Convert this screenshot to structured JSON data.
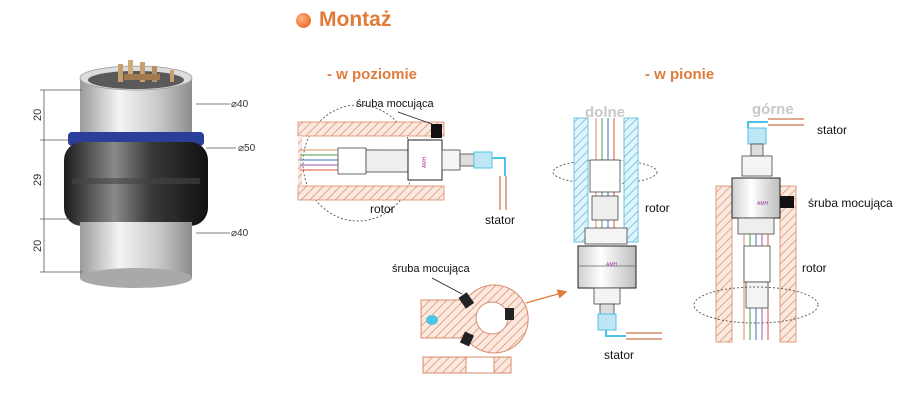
{
  "header": {
    "title": "Montaż"
  },
  "sections": {
    "horizontal": "- w poziomie",
    "vertical": "- w pionie"
  },
  "dimensions": {
    "top_height": "20",
    "middle_height": "29",
    "bottom_height": "20",
    "top_diameter": "⌀40",
    "middle_diameter": "⌀50",
    "bottom_diameter": "⌀40"
  },
  "labels": {
    "screw": "śruba mocująca",
    "rotor": "rotor",
    "stator": "stator",
    "bottom": "dolne",
    "top": "górne",
    "brand": "AMH"
  },
  "colors": {
    "accent": "#e07b39",
    "hatch": "#d98a6a",
    "cyan": "#4ec3e8",
    "blue_ring": "#2a3f9a"
  }
}
